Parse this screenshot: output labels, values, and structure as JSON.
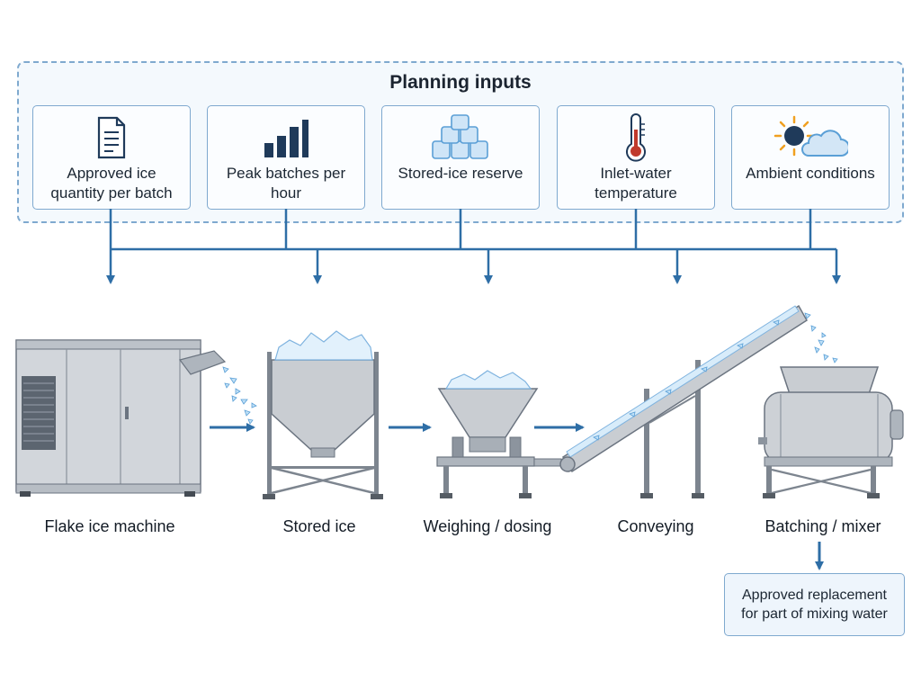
{
  "planning": {
    "title": "Planning inputs",
    "inputs": [
      {
        "label": "Approved ice quantity per batch",
        "icon": "document-icon"
      },
      {
        "label": "Peak batches per hour",
        "icon": "bar-chart-icon"
      },
      {
        "label": "Stored-ice reserve",
        "icon": "ice-cubes-icon"
      },
      {
        "label": "Inlet-water temperature",
        "icon": "thermometer-icon"
      },
      {
        "label": "Ambient conditions",
        "icon": "sun-cloud-icon"
      }
    ]
  },
  "process": {
    "stages": [
      {
        "label": "Flake ice machine"
      },
      {
        "label": "Stored ice"
      },
      {
        "label": "Weighing / dosing"
      },
      {
        "label": "Conveying"
      },
      {
        "label": "Batching / mixer"
      }
    ]
  },
  "output": {
    "label": "Approved replacement for part of mixing water"
  },
  "colors": {
    "accent": "#2e6ea6",
    "border": "#7fa9cf",
    "machine": "#c9cdd2",
    "ice": "#cfe5f7"
  }
}
